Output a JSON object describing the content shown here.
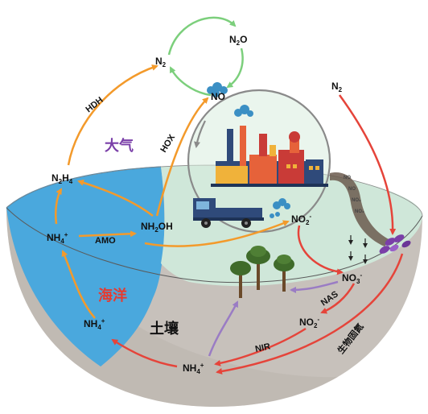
{
  "regions": {
    "atmosphere": "大气",
    "ocean": "海洋",
    "soil": "土壤"
  },
  "species": {
    "n2_top": {
      "base": "N",
      "sub": "2",
      "sup": ""
    },
    "n2o": {
      "base": "N",
      "sub": "2",
      "tail": "O"
    },
    "no_top": "NO",
    "n2h4": {
      "a": "N",
      "sub1": "2",
      "b": "H",
      "sub2": "4"
    },
    "nh4_ocean_upper": {
      "base": "NH",
      "sub": "4",
      "sup": "+"
    },
    "nh2oh": {
      "a": "NH",
      "sub": "2",
      "b": "OH"
    },
    "nh4_ocean_lower": {
      "base": "NH",
      "sub": "4",
      "sup": "+"
    },
    "no2_upper": {
      "base": "NO",
      "sub": "2",
      "sup": "-"
    },
    "no3": {
      "base": "NO",
      "sub": "3",
      "sup": "-"
    },
    "no2_lower": {
      "base": "NO",
      "sub": "2",
      "sup": "-"
    },
    "nh4_soil": {
      "base": "NH",
      "sub": "4",
      "sup": "+"
    },
    "n2_right": {
      "base": "N",
      "sub": "2"
    }
  },
  "enzymes": {
    "hdh": "HDH",
    "hox": "HOX",
    "amo": "AMO",
    "nas": "NAS",
    "nir": "NIR",
    "fixation": "生物固氮"
  },
  "plume_tags": [
    "NO",
    "NO",
    "NO₂",
    "NO₂"
  ],
  "colors": {
    "ocean": "#4aa8dd",
    "atmosphere_disk": "#cfe7d9",
    "soil": "#c7c1bb",
    "orange_arrow": "#f39a2b",
    "red_arrow": "#e5443a",
    "green_arrow": "#7ccf7c",
    "purple_arrow": "#9a7cc4",
    "atmosphere_text": "#7a3fa8",
    "ocean_text": "#e63a2f",
    "soil_text": "#111111"
  }
}
